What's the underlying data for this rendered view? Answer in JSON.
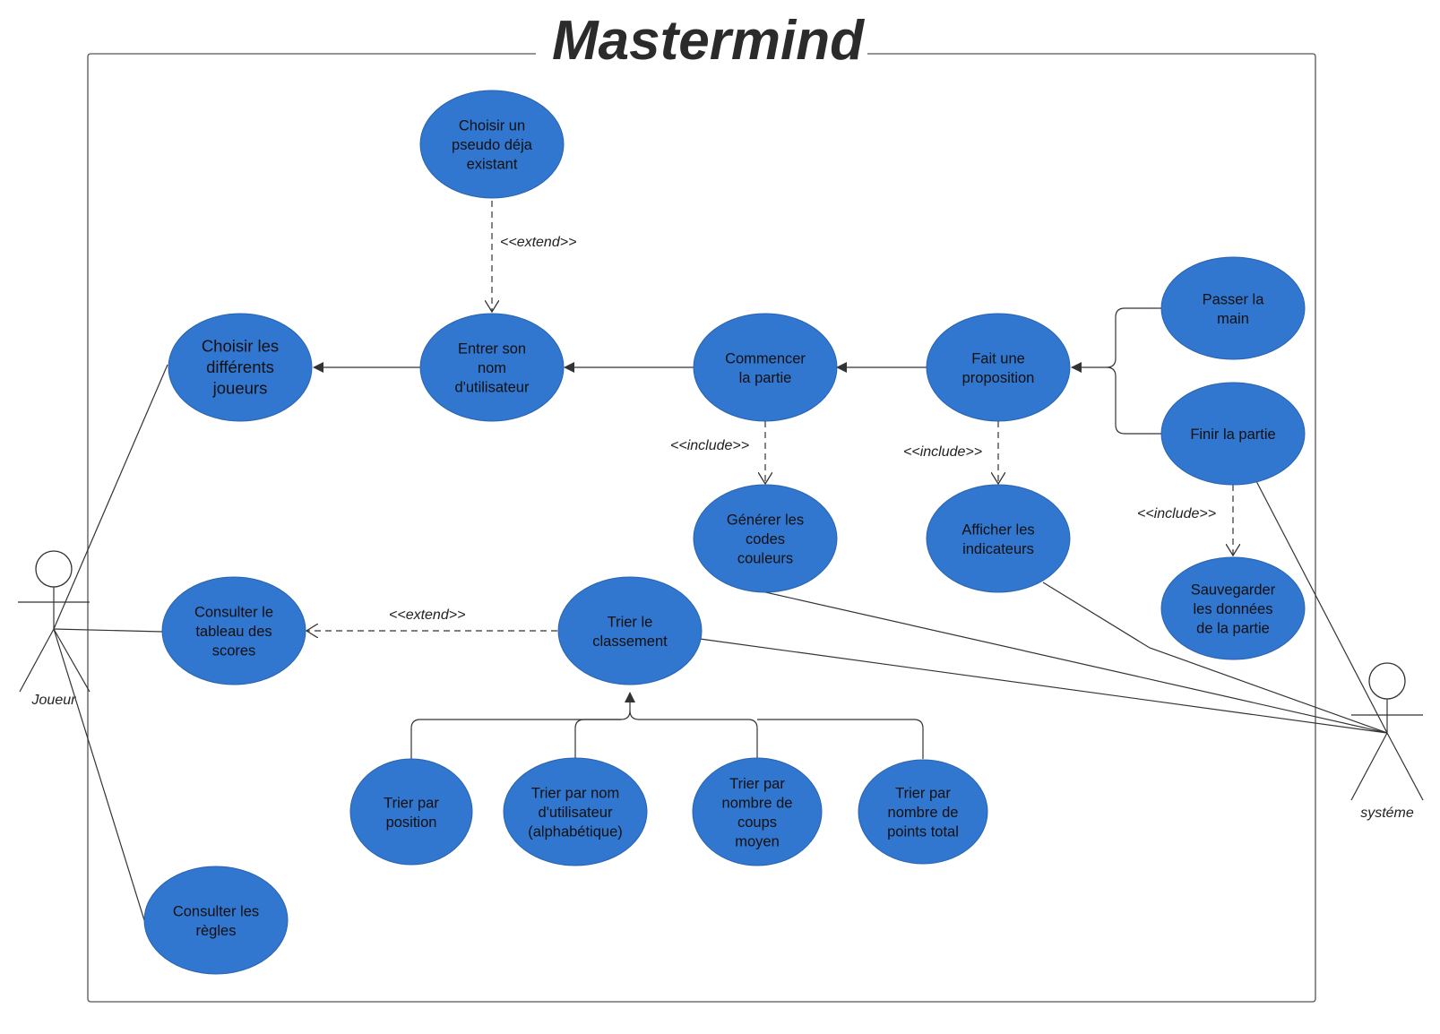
{
  "title": "Mastermind",
  "colors": {
    "usecase_fill": "#3176cf",
    "line": "#333333"
  },
  "actors": {
    "joueur": "Joueur",
    "systeme": "systéme"
  },
  "usecases": {
    "choisir_pseudo": [
      "Choisir un",
      "pseudo déja",
      "existant"
    ],
    "choisir_joueurs": [
      "Choisir les",
      "différents",
      "joueurs"
    ],
    "entrer_nom": [
      "Entrer son",
      "nom",
      "d'utilisateur"
    ],
    "commencer": [
      "Commencer",
      "la partie"
    ],
    "proposition": [
      "Fait une",
      "proposition"
    ],
    "passer": [
      "Passer la",
      "main"
    ],
    "finir": [
      "Finir la partie"
    ],
    "generer": [
      "Générer les",
      "codes",
      "couleurs"
    ],
    "indicateurs": [
      "Afficher les",
      "indicateurs"
    ],
    "sauvegarder": [
      "Sauvegarder",
      "les données",
      "de la partie"
    ],
    "tableau": [
      "Consulter le",
      "tableau des",
      "scores"
    ],
    "trier_classement": [
      "Trier le",
      "classement"
    ],
    "trier_position": [
      "Trier par",
      "position"
    ],
    "trier_nom": [
      "Trier par nom",
      "d'utilisateur",
      "(alphabétique)"
    ],
    "trier_coups": [
      "Trier par",
      "nombre de",
      "coups",
      "moyen"
    ],
    "trier_points": [
      "Trier par",
      "nombre de",
      "points total"
    ],
    "regles": [
      "Consulter les",
      "règles"
    ]
  },
  "relations": {
    "extend_pseudo": "<<extend>>",
    "include_generer": "<<include>>",
    "include_indicateurs": "<<include>>",
    "include_sauvegarder": "<<include>>",
    "extend_trier": "<<extend>>"
  }
}
